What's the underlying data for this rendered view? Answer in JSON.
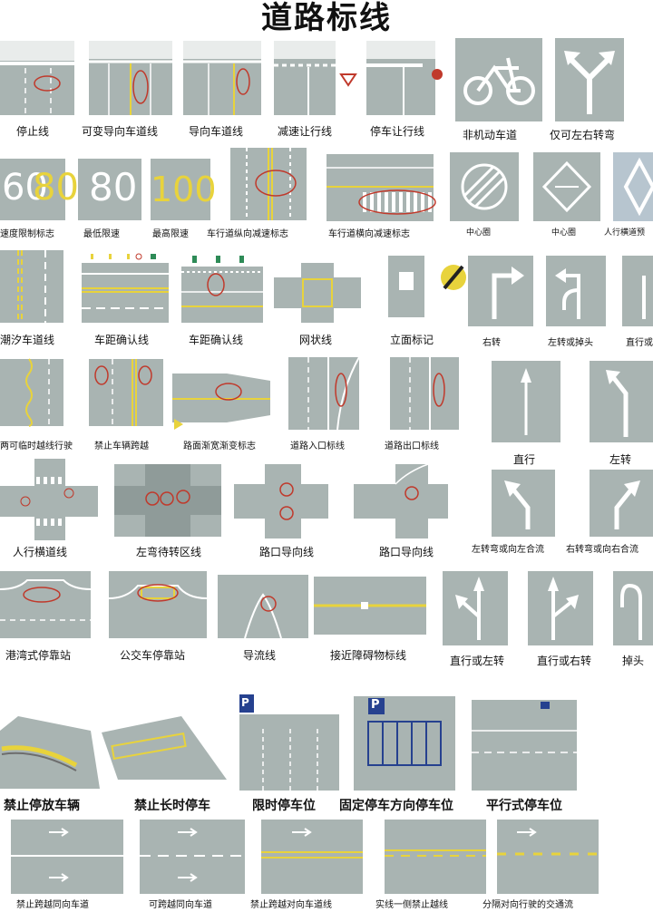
{
  "title": "道路标线",
  "row1": [
    "停止线",
    "可变导向车道线",
    "导向车道线",
    "减速让行线",
    "停车让行线",
    "非机动车道",
    "仅可左右转弯"
  ],
  "row2": [
    "速度限制标志",
    "最低限速",
    "最高限速",
    "车行道纵向减速标志",
    "车行道横向减速标志",
    "中心圈",
    "中心圈",
    "人行横道预"
  ],
  "row2_signs": [
    "60",
    "80",
    "80",
    "100"
  ],
  "row3": [
    "潮汐车道线",
    "车距确认线",
    "车距确认线",
    "网状线",
    "立面标记",
    "右转",
    "左转或掉头",
    "直行或"
  ],
  "row4": [
    "两可临时越线行驶",
    "禁止车辆跨越",
    "路面渐宽渐变标志",
    "道路入口标线",
    "道路出口标线",
    "直行",
    "左转"
  ],
  "row5": [
    "人行横道线",
    "左弯待转区线",
    "路口导向线",
    "路口导向线",
    "左转弯或向左合流",
    "右转弯或向右合流"
  ],
  "row6": [
    "港湾式停靠站",
    "公交车停靠站",
    "导流线",
    "接近障碍物标线",
    "直行或左转",
    "直行或右转",
    "掉头"
  ],
  "row7": [
    "禁止停放车辆",
    "禁止长时停车",
    "限时停车位",
    "固定停车方向停车位",
    "平行式停车位"
  ],
  "row8": [
    "禁止跨越同向车道",
    "可跨越同向车道",
    "禁止跨越对向车道线",
    "实线一侧禁止越线",
    "分隔对向行驶的交通流"
  ],
  "parking_letter": "P",
  "colors": {
    "road": "#a9b4b2",
    "mark": "#ffffff",
    "yellow": "#e8d33c",
    "red": "#c0392b",
    "text": "#111111"
  }
}
